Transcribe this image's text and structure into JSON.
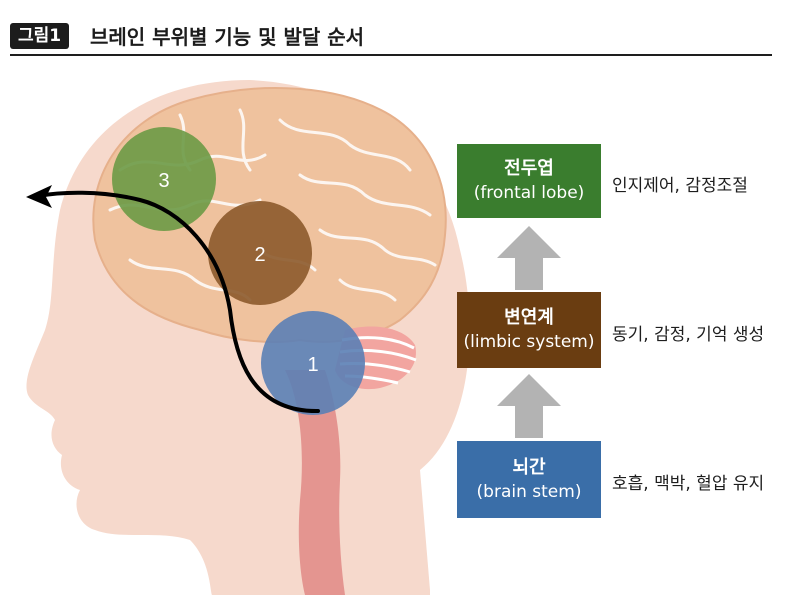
{
  "figure": {
    "badge": "그림1",
    "title": "브레인 부위별 기능 및 발달 순서"
  },
  "regions": [
    {
      "number": "1",
      "color": "#5b7fb5"
    },
    {
      "number": "2",
      "color": "#8c5a2b"
    },
    {
      "number": "3",
      "color": "#6b9a45"
    }
  ],
  "hierarchy": [
    {
      "name": "전두엽",
      "english": "(frontal lobe)",
      "function": "인지제어, 감정조절",
      "color": "#3a7d2e"
    },
    {
      "name": "변연계",
      "english": "(limbic system)",
      "function": "동기, 감정, 기억 생성",
      "color": "#6a3d11"
    },
    {
      "name": "뇌간",
      "english": "(brain stem)",
      "function": "호흡, 맥박, 혈압 유지",
      "color": "#3a6ea8"
    }
  ]
}
